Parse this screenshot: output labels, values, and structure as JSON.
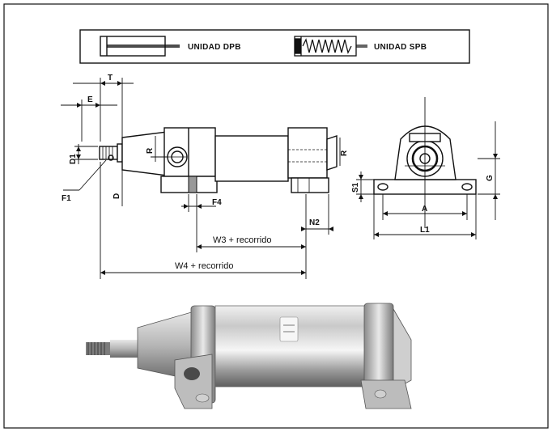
{
  "legend": {
    "dpb_label": "UNIDAD DPB",
    "spb_label": "UNIDAD SPB"
  },
  "dimensions": {
    "T": "T",
    "E": "E",
    "D1": "D1",
    "F1": "F1",
    "D": "D",
    "R_left": "R",
    "R_right": "R",
    "F4": "F4",
    "N2": "N2",
    "W3": "W3 + recorrido",
    "W4": "W4 + recorrido",
    "S1": "S1",
    "A": "A",
    "L1": "L1",
    "G": "G"
  },
  "colors": {
    "line": "#111111",
    "metal_dark": "#6f6f6f",
    "metal_mid": "#a8a8a8",
    "metal_light": "#e2e2e2",
    "background": "#ffffff"
  }
}
